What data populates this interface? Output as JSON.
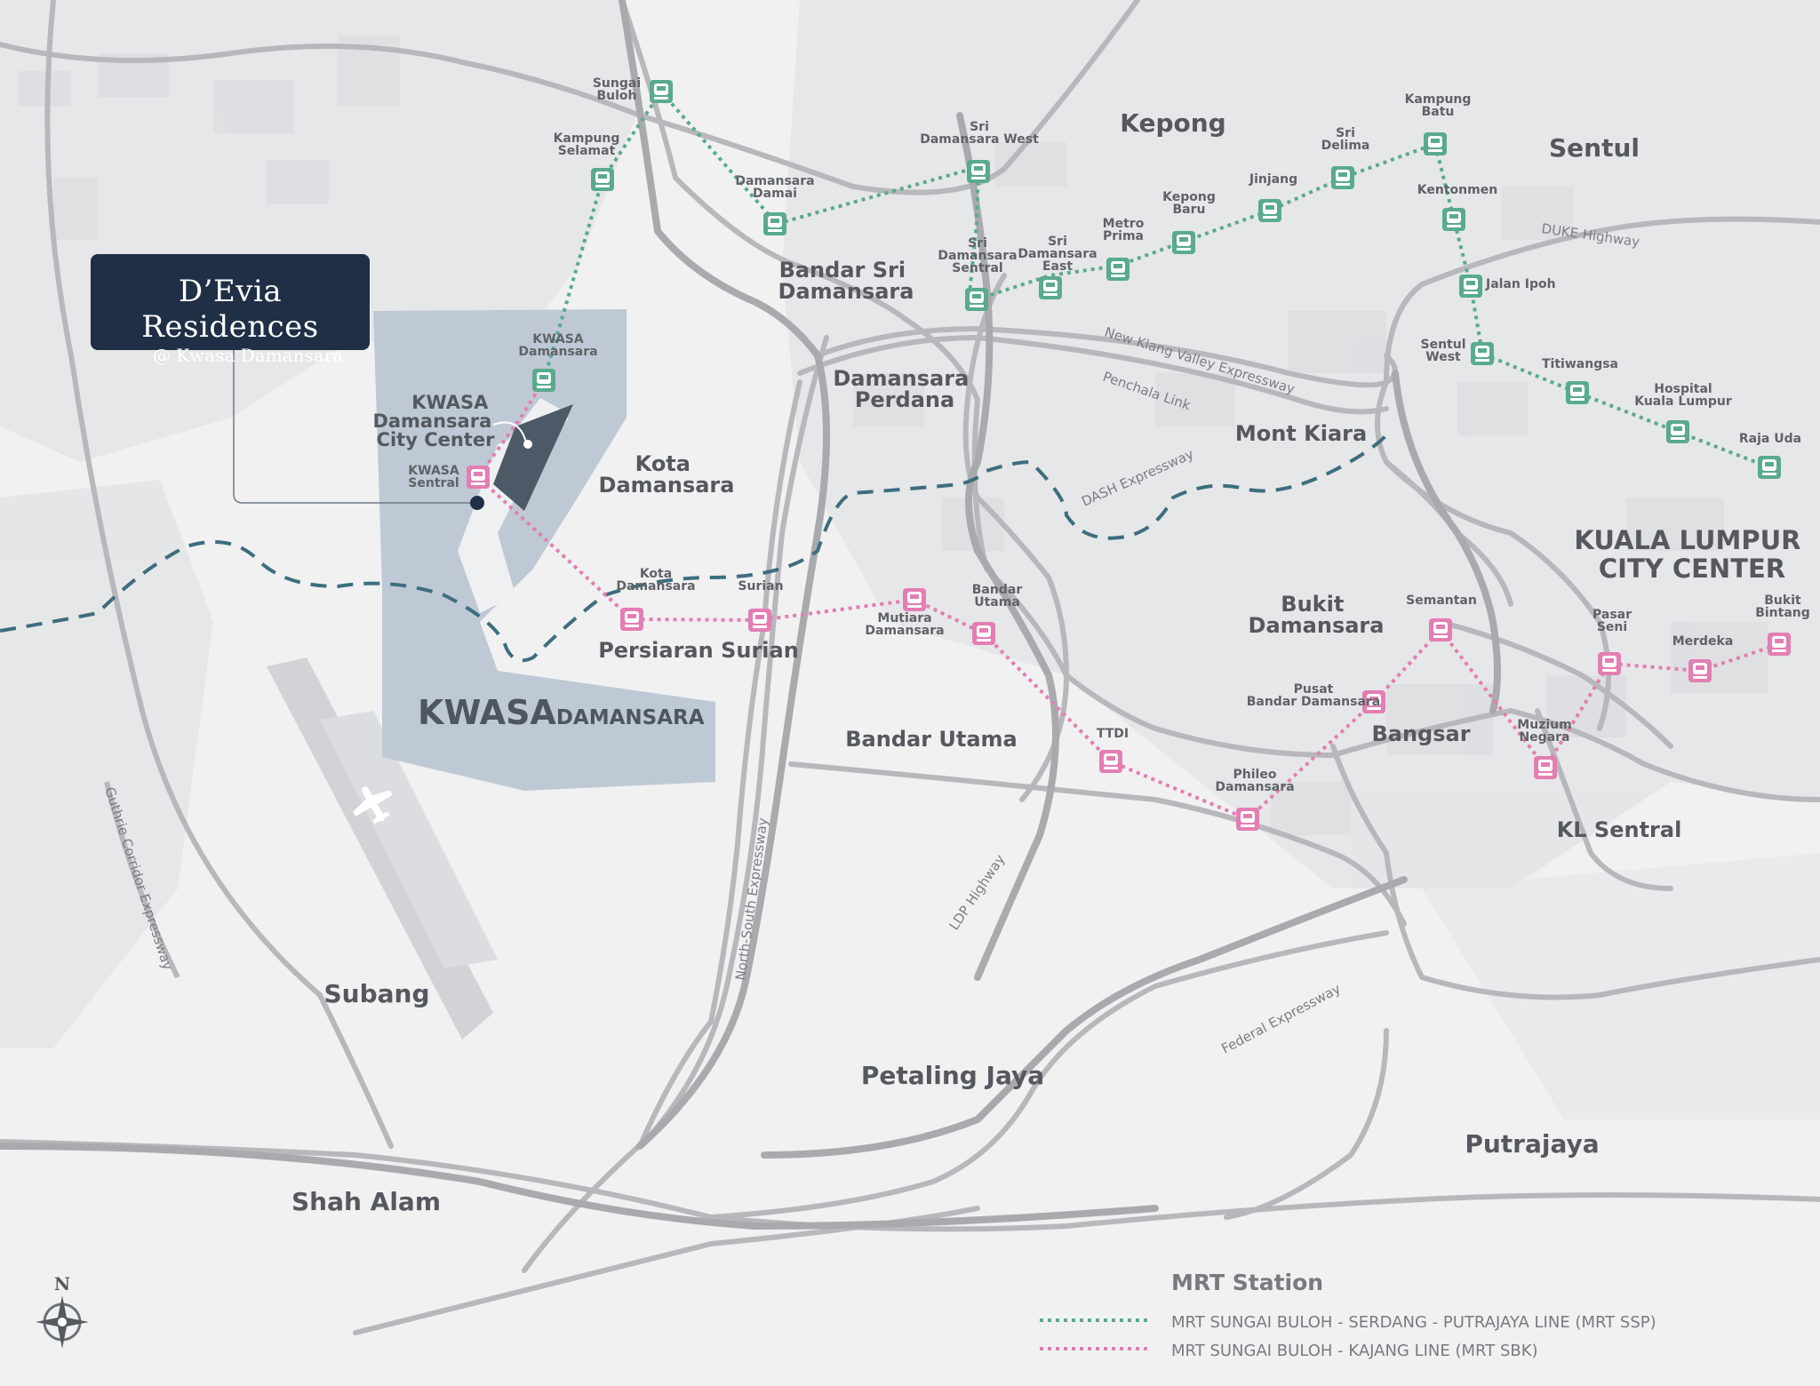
{
  "callout": {
    "title": "D’Evia Residences",
    "subtitle": "@ Kwasa Damansara"
  },
  "areas": [
    {
      "key": "kepong",
      "text": "Kepong"
    },
    {
      "key": "sentul",
      "text": "Sentul"
    },
    {
      "key": "bandar_sri_damansara",
      "text": "Bandar Sri Damansara"
    },
    {
      "key": "damansara_perdana",
      "text": "Damansara Perdana"
    },
    {
      "key": "kota_damansara",
      "text": "Kota Damansara"
    },
    {
      "key": "kwasa_city_center",
      "text": "KWASA Damansara City Center"
    },
    {
      "key": "mont_kiara",
      "text": "Mont Kiara"
    },
    {
      "key": "klcc",
      "text": "KUALA LUMPUR CITY CENTER"
    },
    {
      "key": "bukit_damansara",
      "text": "Bukit Damansara"
    },
    {
      "key": "persiaran_surian",
      "text": "Persiaran Surian"
    },
    {
      "key": "bandar_utama",
      "text": "Bandar Utama"
    },
    {
      "key": "bangsar",
      "text": "Bangsar"
    },
    {
      "key": "kl_sentral",
      "text": "KL Sentral"
    },
    {
      "key": "subang",
      "text": "Subang"
    },
    {
      "key": "petaling_jaya",
      "text": "Petaling Jaya"
    },
    {
      "key": "putrajaya",
      "text": "Putrajaya"
    },
    {
      "key": "shah_alam",
      "text": "Shah Alam"
    }
  ],
  "kwasa_brand": {
    "big": "KWASA",
    "small": "DAMANSARA"
  },
  "roads": [
    {
      "key": "duke",
      "text": "DUKE Highway"
    },
    {
      "key": "nkve",
      "text": "New Klang Valley Expressway"
    },
    {
      "key": "penchala",
      "text": "Penchala Link"
    },
    {
      "key": "dash",
      "text": "DASH Expressway"
    },
    {
      "key": "guthrie",
      "text": "Guthrie Corridor Expressway"
    },
    {
      "key": "nse",
      "text": "North-South Expressway"
    },
    {
      "key": "ldp",
      "text": "LDP Highway"
    },
    {
      "key": "federal",
      "text": "Federal Expressway"
    }
  ],
  "lines": {
    "ssp": {
      "color": "#5aaa8e",
      "label": "MRT SUNGAI BULOH - SERDANG - PUTRAJAYA LINE (MRT SSP)"
    },
    "sbk": {
      "color": "#e37eb3",
      "label": "MRT SUNGAI BULOH - KAJANG LINE (MRT SBK)"
    }
  },
  "stations_ssp": [
    {
      "name": "Sungai Buloh"
    },
    {
      "name": "Kampung Selamat"
    },
    {
      "name": "KWASA Damansara"
    },
    {
      "name": "Damansara Damai"
    },
    {
      "name": "Sri Damansara West"
    },
    {
      "name": "Sri Damansara Sentral"
    },
    {
      "name": "Sri Damansara East"
    },
    {
      "name": "Metro Prima"
    },
    {
      "name": "Kepong Baru"
    },
    {
      "name": "Jinjang"
    },
    {
      "name": "Sri Delima"
    },
    {
      "name": "Kampung Batu"
    },
    {
      "name": "Kentonmen"
    },
    {
      "name": "Jalan Ipoh"
    },
    {
      "name": "Sentul West"
    },
    {
      "name": "Titiwangsa"
    },
    {
      "name": "Hospital Kuala Lumpur"
    },
    {
      "name": "Raja Uda"
    }
  ],
  "stations_sbk": [
    {
      "name": "KWASA Sentral"
    },
    {
      "name": "Kota Damansara"
    },
    {
      "name": "Surian"
    },
    {
      "name": "Mutiara Damansara"
    },
    {
      "name": "Bandar Utama"
    },
    {
      "name": "TTDI"
    },
    {
      "name": "Phileo Damansara"
    },
    {
      "name": "Pusat Bandar Damansara"
    },
    {
      "name": "Semantan"
    },
    {
      "name": "Muzium Negara"
    },
    {
      "name": "Pasar Seni"
    },
    {
      "name": "Merdeka"
    },
    {
      "name": "Bukit Bintang"
    }
  ],
  "legend": {
    "title": "MRT Station"
  },
  "compass": {
    "label": "N"
  }
}
